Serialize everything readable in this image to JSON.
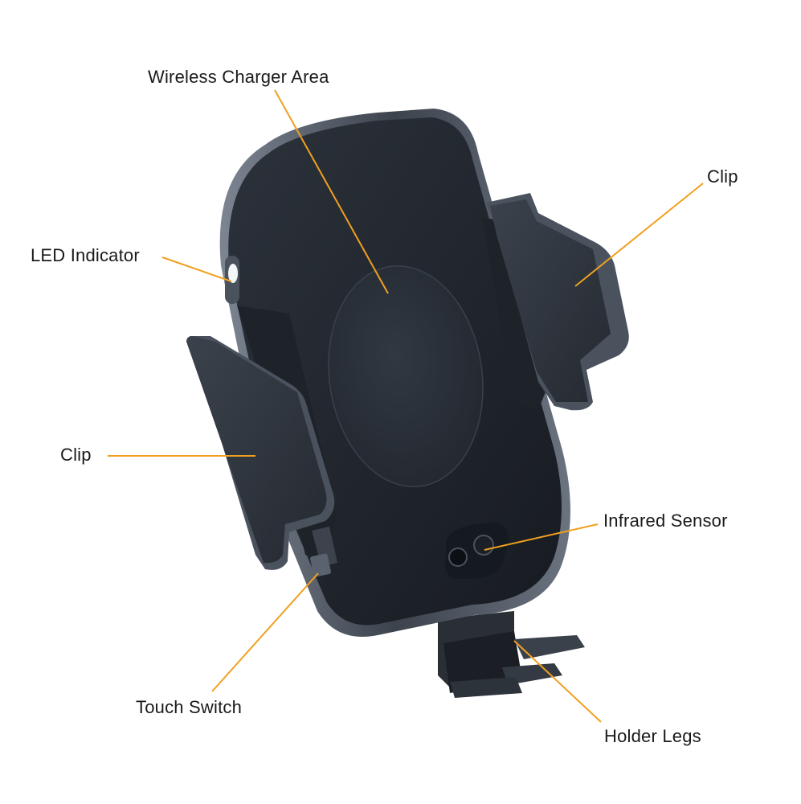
{
  "labels": {
    "wireless_charger_area": "Wireless Charger Area",
    "clip_right": "Clip",
    "led_indicator": "LED Indicator",
    "clip_left": "Clip",
    "infrared_sensor": "Infrared Sensor",
    "touch_switch": "Touch Switch",
    "holder_legs": "Holder Legs"
  },
  "colors": {
    "leader_line": "#f0a020",
    "label_text": "#1a1a1a",
    "device_body": "#1f242c",
    "device_rim": "#5a6270",
    "charger_pad": "#2a3038"
  }
}
